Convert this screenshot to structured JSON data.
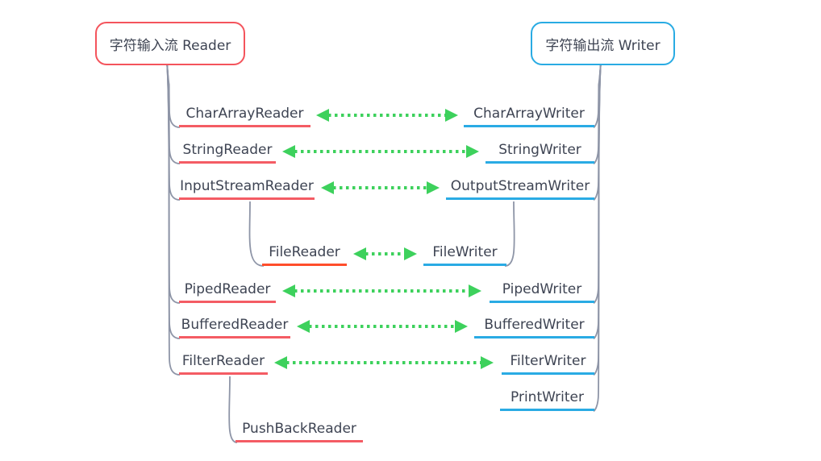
{
  "diagram_title": "Java character stream classes mind map",
  "roots": {
    "reader": {
      "label": "字符输入流 Reader",
      "border_color": "#f4545c"
    },
    "writer": {
      "label": "字符输出流 Writer",
      "border_color": "#29abe3"
    }
  },
  "colors": {
    "left_underline": "#f45c64",
    "left_underline_alt": "#ff4e2b",
    "right_underline": "#2aabe4",
    "connector": "#8e95a7",
    "arrow": "#3dd15c",
    "text": "#3e4453",
    "background": "#ffffff"
  },
  "pairs": [
    {
      "left": "CharArrayReader",
      "right": "CharArrayWriter",
      "linked": true
    },
    {
      "left": "StringReader",
      "right": "StringWriter",
      "linked": true
    },
    {
      "left": "InputStreamReader",
      "right": "OutputStreamWriter",
      "linked": true
    },
    {
      "left": "FileReader",
      "right": "FileWriter",
      "linked": true,
      "sub_branch": true
    },
    {
      "left": "PipedReader",
      "right": "PipedWriter",
      "linked": true
    },
    {
      "left": "BufferedReader",
      "right": "BufferedWriter",
      "linked": true
    },
    {
      "left": "FilterReader",
      "right": "FilterWriter",
      "linked": true
    },
    {
      "left": "",
      "right": "PrintWriter",
      "linked": false
    },
    {
      "left": "PushBackReader",
      "right": "",
      "linked": false,
      "sub_branch": true
    }
  ]
}
